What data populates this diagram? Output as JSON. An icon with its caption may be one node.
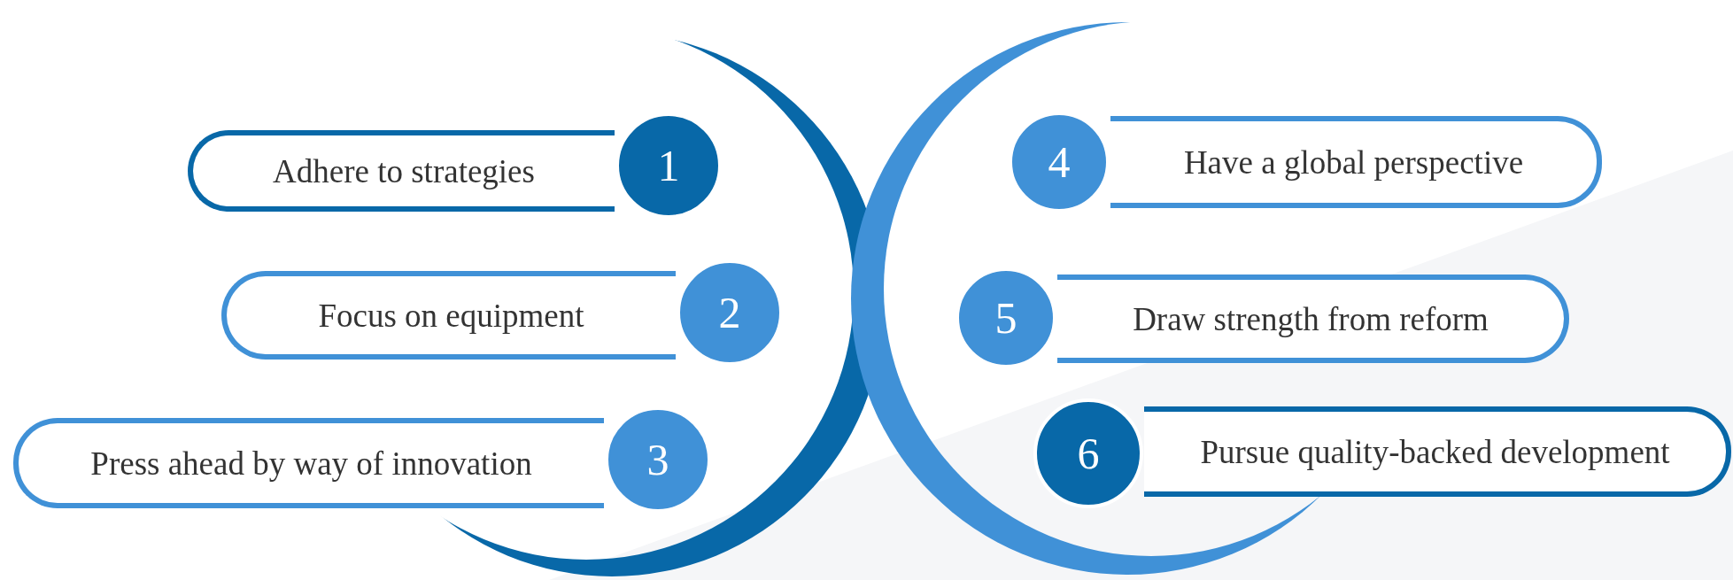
{
  "diagram": {
    "nodes": [
      {
        "text": [
          "Adhere to strategies"
        ]
      },
      {
        "text": [
          "1"
        ]
      },
      {
        "text": [
          "Focus on equipment"
        ]
      },
      {
        "text": [
          "2"
        ]
      },
      {
        "text": [
          "Press ahead by way of innovation"
        ]
      },
      {
        "text": [
          "3"
        ]
      },
      {
        "text": [
          "4"
        ]
      },
      {
        "text": [
          "Have a global perspective"
        ]
      },
      {
        "text": [
          "5"
        ]
      },
      {
        "text": [
          "Draw strength from reform"
        ]
      },
      {
        "text": [
          "6"
        ]
      },
      {
        "text": [
          "Pursue quality-backed development"
        ]
      }
    ]
  }
}
